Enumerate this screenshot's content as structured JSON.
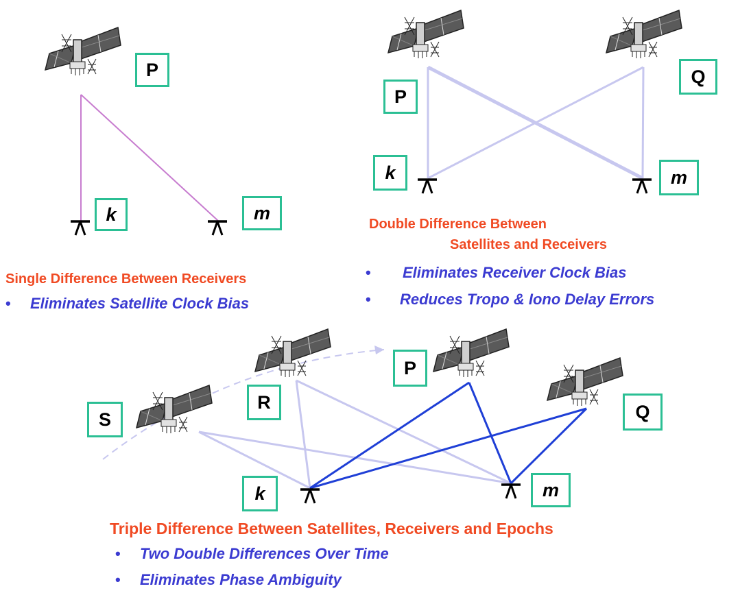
{
  "colors": {
    "label_border": "#2bbf94",
    "heading": "#f04a23",
    "bullet_text": "#3b3bd1",
    "single_line": "#c77ccf",
    "faint_line": "#c7c7ef",
    "strong_line": "#1f3fd6"
  },
  "icons": {
    "satellite": "satellite-icon",
    "receiver": "receiver-antenna-icon"
  },
  "single": {
    "labels": {
      "sat": "P",
      "rx1": "k",
      "rx2": "m"
    },
    "heading": "Single Difference Between Receivers",
    "bullets": [
      "Eliminates Satellite Clock Bias"
    ]
  },
  "double": {
    "labels": {
      "sat1": "P",
      "sat2": "Q",
      "rx1": "k",
      "rx2": "m"
    },
    "heading_line1": "Double Difference Between",
    "heading_line2": "Satellites and Receivers",
    "bullets": [
      "Eliminates Receiver Clock Bias",
      "Reduces Tropo & Iono Delay Errors"
    ]
  },
  "triple": {
    "labels": {
      "sat_s": "S",
      "sat_r": "R",
      "sat_p": "P",
      "sat_q": "Q",
      "rx1": "k",
      "rx2": "m"
    },
    "heading": "Triple Difference Between Satellites, Receivers and Epochs",
    "bullets": [
      "Two Double Differences Over Time",
      "Eliminates Phase Ambiguity"
    ]
  },
  "bullet_symbol": "•"
}
